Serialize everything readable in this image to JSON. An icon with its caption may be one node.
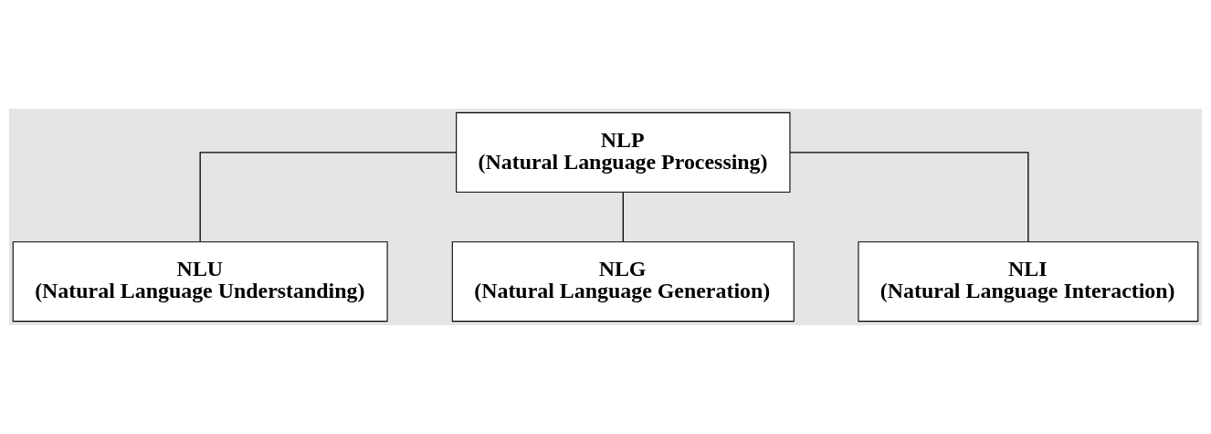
{
  "diagram": {
    "nodes": [
      {
        "text": [
          "NLP",
          "(Natural Language Processing)"
        ]
      },
      {
        "text": [
          "NLU",
          "(Natural Language Understanding)"
        ]
      },
      {
        "text": [
          "NLG",
          "(Natural Language Generation)"
        ]
      },
      {
        "text": [
          "NLI",
          "(Natural Language Interaction)"
        ]
      }
    ],
    "edges": [
      {
        "from": 0,
        "to": 1,
        "arrow": "none"
      },
      {
        "from": 0,
        "to": 2,
        "arrow": "none"
      },
      {
        "from": 0,
        "to": 3,
        "arrow": "none"
      }
    ]
  }
}
